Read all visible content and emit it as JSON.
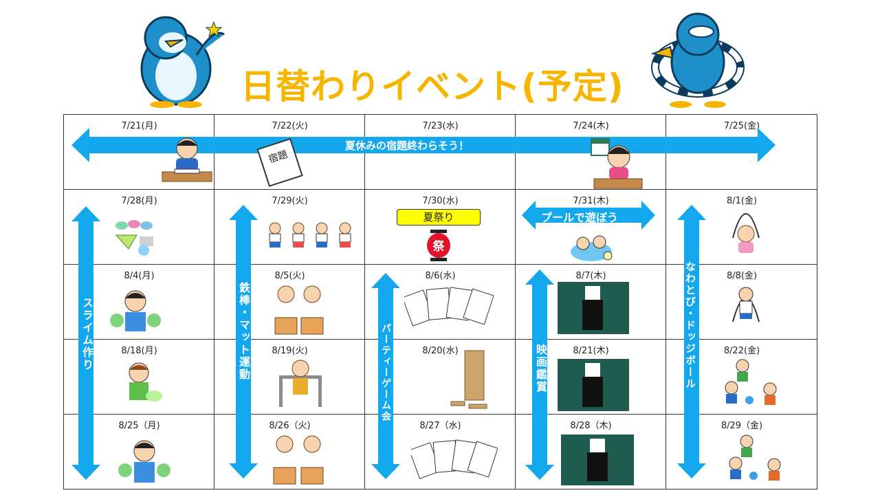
{
  "title": "日替わりイベント(予定)",
  "colors": {
    "title": "#f7b500",
    "arrow": "#13a7ee",
    "badge": "#ffff00",
    "grid": "#333333"
  },
  "weeks": [
    [
      "7/21(月)",
      "7/22(火)",
      "7/23(水)",
      "7/24(木)",
      "7/25(金)"
    ],
    [
      "7/28(月)",
      "7/29(火)",
      "7/30(水)",
      "7/31(木)",
      "8/1(金)"
    ],
    [
      "8/4(月)",
      "8/5(火)",
      "8/6(水)",
      "8/7(木)",
      "8/8(金)"
    ],
    [
      "8/18(月)",
      "8/19(火)",
      "8/20(水)",
      "8/21(木)",
      "8/22(金)"
    ],
    [
      "8/25（月)",
      "8/26（火)",
      "8/27（水)",
      "8/28（木)",
      "8/29（金)"
    ]
  ],
  "events": {
    "homework": "夏休みの宿題終わらそう！",
    "pool": "プールで遊ぼう",
    "festival": "夏祭り",
    "slime": "スライム作り",
    "gym": "鉄棒・マット運動",
    "party": "パーティーゲーム会",
    "movie": "映画鑑賞",
    "dodgeball": "なわとび・ドッジボール"
  },
  "icons": {
    "mascot_left": "penguin-mascot-icon",
    "mascot_right": "penguin-swimmer-icon",
    "study": "child-studying-icon",
    "homework_book": "homework-book-icon",
    "calendar_girl": "girl-calendar-homework-icon",
    "lantern": "festival-lantern-icon",
    "slime_kit": "slime-kit-icon",
    "running_kids": "running-kids-icon",
    "swimming": "kids-swimming-icon",
    "jump_rope": "jump-rope-icon",
    "cards": "playing-cards-icon",
    "jenga": "jenga-tower-icon",
    "cinema": "movie-theater-icon",
    "vaulting_box": "vaulting-box-icon",
    "bar": "horizontal-bar-icon",
    "dodge": "dodgeball-kids-icon"
  },
  "stamp_text": {
    "homework_book": "宿題",
    "lantern": "祭"
  }
}
